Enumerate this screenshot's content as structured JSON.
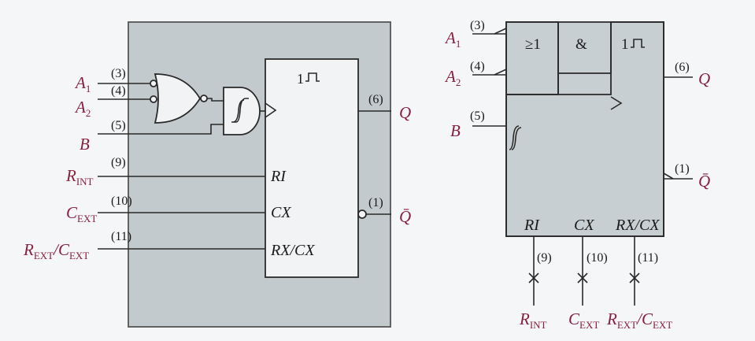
{
  "left": {
    "inputs": [
      {
        "pin": "(3)",
        "name": "A",
        "sub": "1"
      },
      {
        "pin": "(4)",
        "name": "A",
        "sub": "2"
      },
      {
        "pin": "(5)",
        "name": "B",
        "sub": ""
      },
      {
        "pin": "(9)",
        "name": "R",
        "sub": "INT"
      },
      {
        "pin": "(10)",
        "name": "C",
        "sub": "EXT"
      },
      {
        "pin": "(11)",
        "name": "R",
        "sub": "EXT",
        "name2": "/C",
        "sub2": "EXT"
      }
    ],
    "block_labels": {
      "ri": "RI",
      "cx": "CX",
      "rxcx": "RX/CX",
      "pulse": "1"
    },
    "outputs": [
      {
        "pin": "(6)",
        "name": "Q"
      },
      {
        "pin": "(1)",
        "name": "Q̄"
      }
    ]
  },
  "right": {
    "inputs": [
      {
        "pin": "(3)",
        "name": "A",
        "sub": "1"
      },
      {
        "pin": "(4)",
        "name": "A",
        "sub": "2"
      },
      {
        "pin": "(5)",
        "name": "B",
        "sub": ""
      }
    ],
    "header": {
      "or": "≥1",
      "and": "&",
      "pulse": "1"
    },
    "bottom_labels": {
      "ri": "RI",
      "cx": "CX",
      "rxcx": "RX/CX"
    },
    "bottom_pins": [
      "(9)",
      "(10)",
      "(11)"
    ],
    "bottom_names": [
      {
        "name": "R",
        "sub": "INT"
      },
      {
        "name": "C",
        "sub": "EXT"
      },
      {
        "name": "R",
        "sub": "EXT",
        "name2": "/C",
        "sub2": "EXT"
      }
    ],
    "outputs": [
      {
        "pin": "(6)",
        "name": "Q"
      },
      {
        "pin": "(1)",
        "name": "Q̄"
      }
    ]
  },
  "colors": {
    "panel": "#c3cacd",
    "block": "#c8cfd2",
    "signal": "#8a2040",
    "ink": "#2a2a2a",
    "background": "#f4f6f7"
  }
}
